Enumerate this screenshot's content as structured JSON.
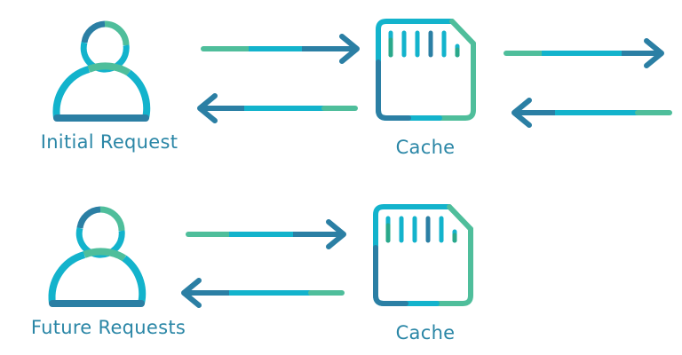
{
  "rows": [
    {
      "user_label": "Initial Request",
      "cache_label": "Cache"
    },
    {
      "user_label": "Future Requests",
      "cache_label": "Cache"
    }
  ],
  "colors": {
    "dark": "#2b7fa4",
    "cyan": "#13b3cc",
    "green": "#4fbe9b",
    "text": "#2a86a6"
  }
}
